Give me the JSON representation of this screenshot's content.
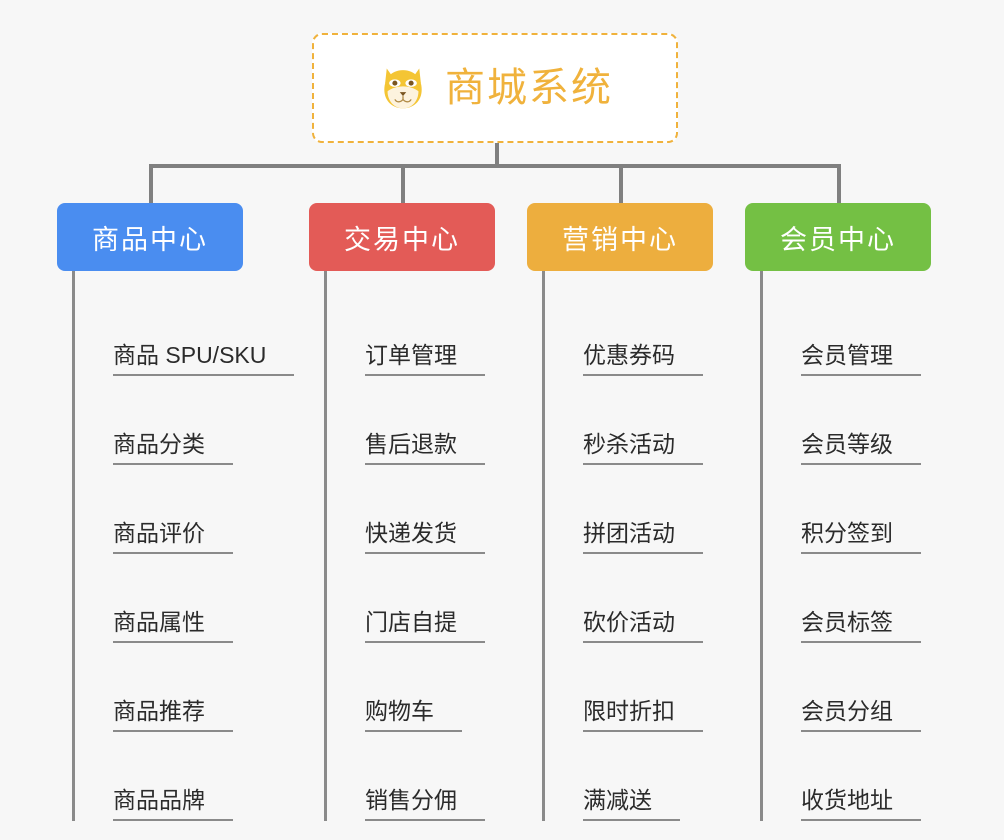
{
  "background_color": "#f7f7f7",
  "root": {
    "title": "商城系统",
    "icon": "dog-face-icon",
    "text_color": "#f0b23c",
    "border_color": "#f0b23c"
  },
  "connector_color": "#808080",
  "columns": [
    {
      "title": "商品中心",
      "color": "#4a8df0",
      "items": [
        "商品 SPU/SKU",
        "商品分类",
        "商品评价",
        "商品属性",
        "商品推荐",
        "商品品牌"
      ]
    },
    {
      "title": "交易中心",
      "color": "#e35b57",
      "items": [
        "订单管理",
        "售后退款",
        "快递发货",
        "门店自提",
        "购物车",
        "销售分佣"
      ]
    },
    {
      "title": "营销中心",
      "color": "#edae3e",
      "items": [
        "优惠券码",
        "秒杀活动",
        "拼团活动",
        "砍价活动",
        "限时折扣",
        "满减送"
      ]
    },
    {
      "title": "会员中心",
      "color": "#74c044",
      "items": [
        "会员管理",
        "会员等级",
        "积分签到",
        "会员标签",
        "会员分组",
        "收货地址"
      ]
    }
  ]
}
